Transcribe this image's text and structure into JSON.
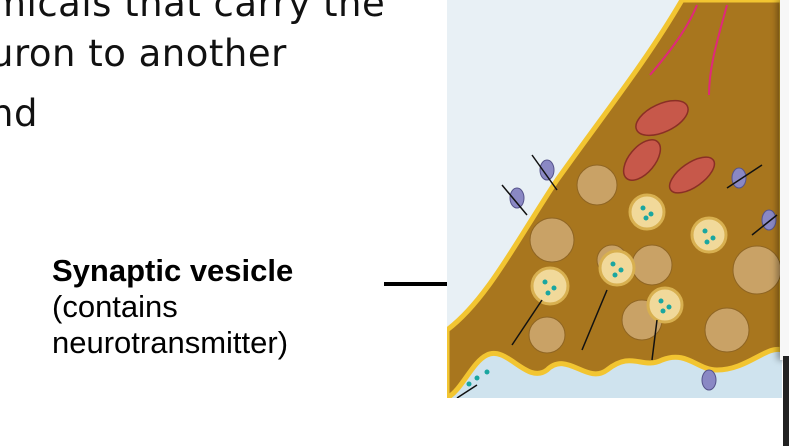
{
  "slide": {
    "body_lines": [
      "micals that carry the",
      "uron to another",
      "nd"
    ],
    "label": {
      "title": "Synaptic vesicle",
      "line2": "(contains",
      "line3": "neurotransmitter)"
    }
  },
  "colors": {
    "terminal": "#a8761e",
    "membrane": "#f2c531",
    "vesicle_dots": "#1aa6a0",
    "mitochondria": "#c7584a",
    "arrows_pink": "#e0287a",
    "background": "#dceaf2"
  }
}
